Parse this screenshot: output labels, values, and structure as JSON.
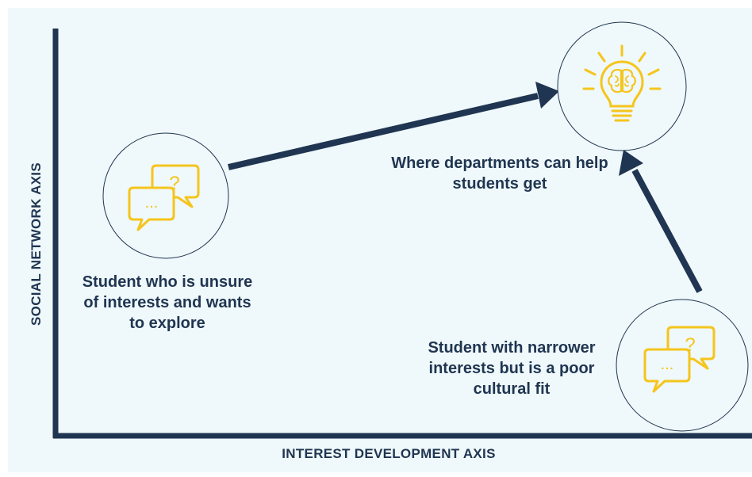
{
  "colors": {
    "navy": "#1f3551",
    "accent_yellow": "#f5c51c",
    "background": "#eff8fa"
  },
  "axes": {
    "x_label": "INTEREST DEVELOPMENT AXIS",
    "y_label": "SOCIAL NETWORK AXIS"
  },
  "nodes": {
    "explorer": {
      "icon": "question-chat-icon",
      "label": "Student who is unsure of interests and wants to explore"
    },
    "target": {
      "icon": "lightbulb-brain-icon",
      "label": "Where departments can help students get"
    },
    "narrow": {
      "icon": "question-chat-icon",
      "label": "Student with narrower interests but is a poor cultural fit"
    }
  },
  "question_mark": "?",
  "ellipsis": "..."
}
